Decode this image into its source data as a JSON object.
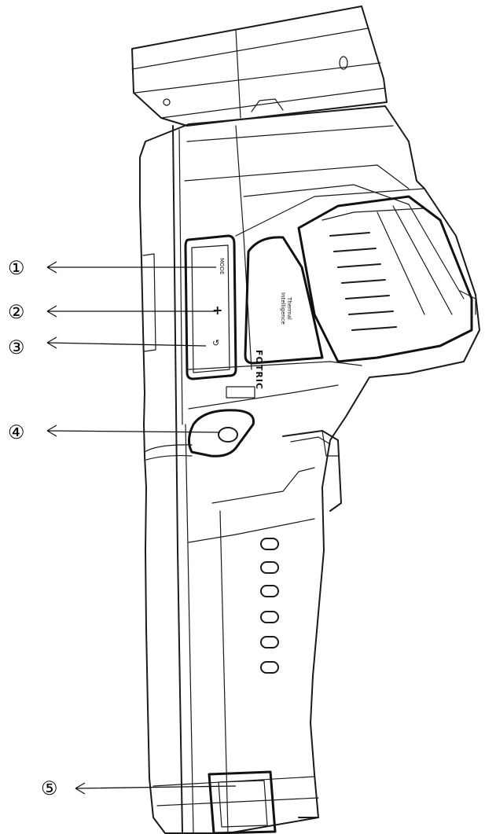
{
  "callouts": [
    {
      "id": "1",
      "label": "①"
    },
    {
      "id": "2",
      "label": "②"
    },
    {
      "id": "3",
      "label": "③"
    },
    {
      "id": "4",
      "label": "④"
    },
    {
      "id": "5",
      "label": "⑤"
    }
  ],
  "device": {
    "button_label_top": "MODE",
    "button_label_middle": "+",
    "button_label_bottom": "↺",
    "brand_line1": "Thermal",
    "brand_line2": "Intelligence",
    "brand_logo": "FOTRIC"
  },
  "colors": {
    "line": "#1a1a1a",
    "background": "#ffffff"
  }
}
